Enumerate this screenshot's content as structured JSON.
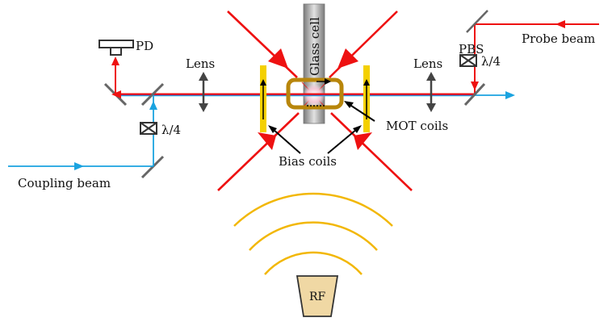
{
  "labels": {
    "pd": "PD",
    "lens_left": "Lens",
    "lens_right": "Lens",
    "glass_cell": "Glass cell",
    "pbs": "PBS",
    "qwp_right": "λ/4",
    "qwp_left": "λ/4",
    "probe_beam": "Probe beam",
    "coupling_beam": "Coupling beam",
    "mot_coils": "MOT coils",
    "bias_coils": "Bias coils",
    "rf": "RF"
  },
  "colors": {
    "probe": "#ee1111",
    "coupling": "#1aa3e0",
    "overlap": "#8b2a8b",
    "bias_coil": "#f4d000",
    "mot_coil": "#b8860b",
    "rf_fill": "#f0d8a4",
    "rf_waves": "#f2b705",
    "optic": "#555555"
  },
  "icons": [
    "photodiode-icon",
    "quarter-wave-plate-icon",
    "lens-icon",
    "mirror-icon",
    "rf-antenna-icon",
    "rf-wave-icon"
  ]
}
